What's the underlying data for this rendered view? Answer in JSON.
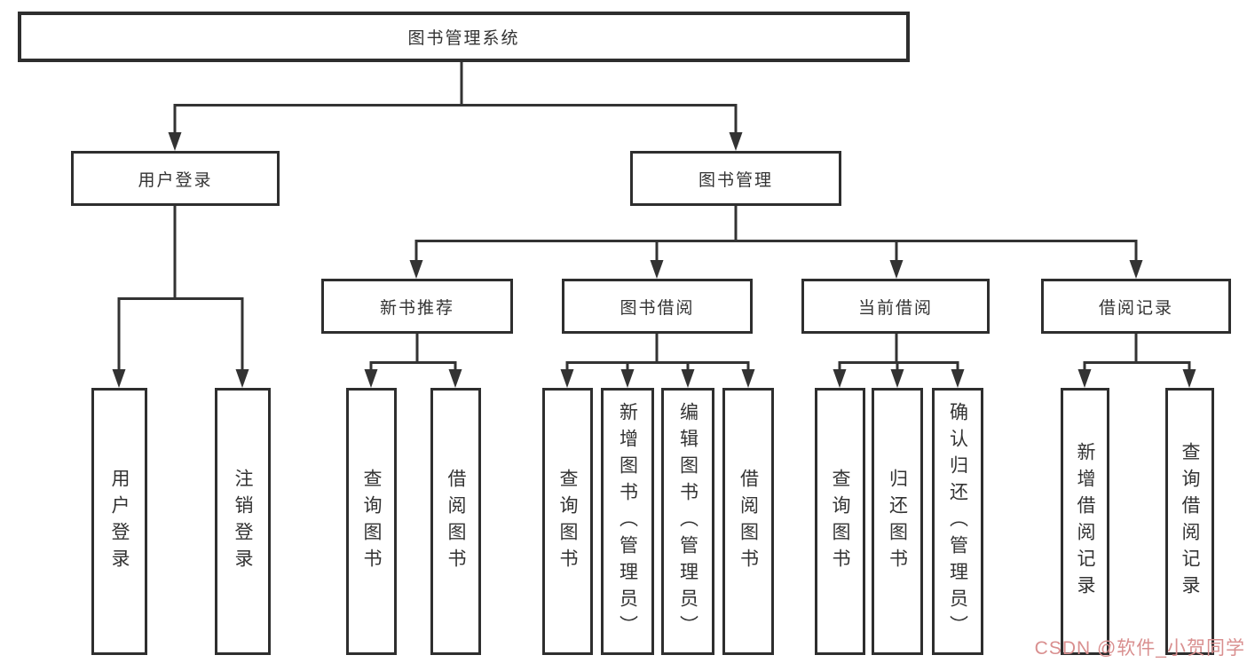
{
  "diagram": {
    "title": "图书管理系统",
    "tree": {
      "label": "图书管理系统",
      "children": [
        {
          "label": "用户登录",
          "children": [
            {
              "label": "用户登录"
            },
            {
              "label": "注销登录"
            }
          ]
        },
        {
          "label": "图书管理",
          "children": [
            {
              "label": "新书推荐",
              "children": [
                {
                  "label": "查询图书"
                },
                {
                  "label": "借阅图书"
                }
              ]
            },
            {
              "label": "图书借阅",
              "children": [
                {
                  "label": "查询图书"
                },
                {
                  "label": "新增图书（管理员）"
                },
                {
                  "label": "编辑图书（管理员）"
                },
                {
                  "label": "借阅图书"
                }
              ]
            },
            {
              "label": "当前借阅",
              "children": [
                {
                  "label": "查询图书"
                },
                {
                  "label": "归还图书"
                },
                {
                  "label": "确认归还（管理员）"
                }
              ]
            },
            {
              "label": "借阅记录",
              "children": [
                {
                  "label": "新增借阅记录"
                },
                {
                  "label": "查询借阅记录"
                }
              ]
            }
          ]
        }
      ]
    },
    "watermark": "CSDN @软件_小贺同学",
    "colors": {
      "line": "#333333",
      "box_border": "#2e2e2e",
      "text": "#333333",
      "background": "#ffffff",
      "watermark": "#d98f8f"
    }
  }
}
